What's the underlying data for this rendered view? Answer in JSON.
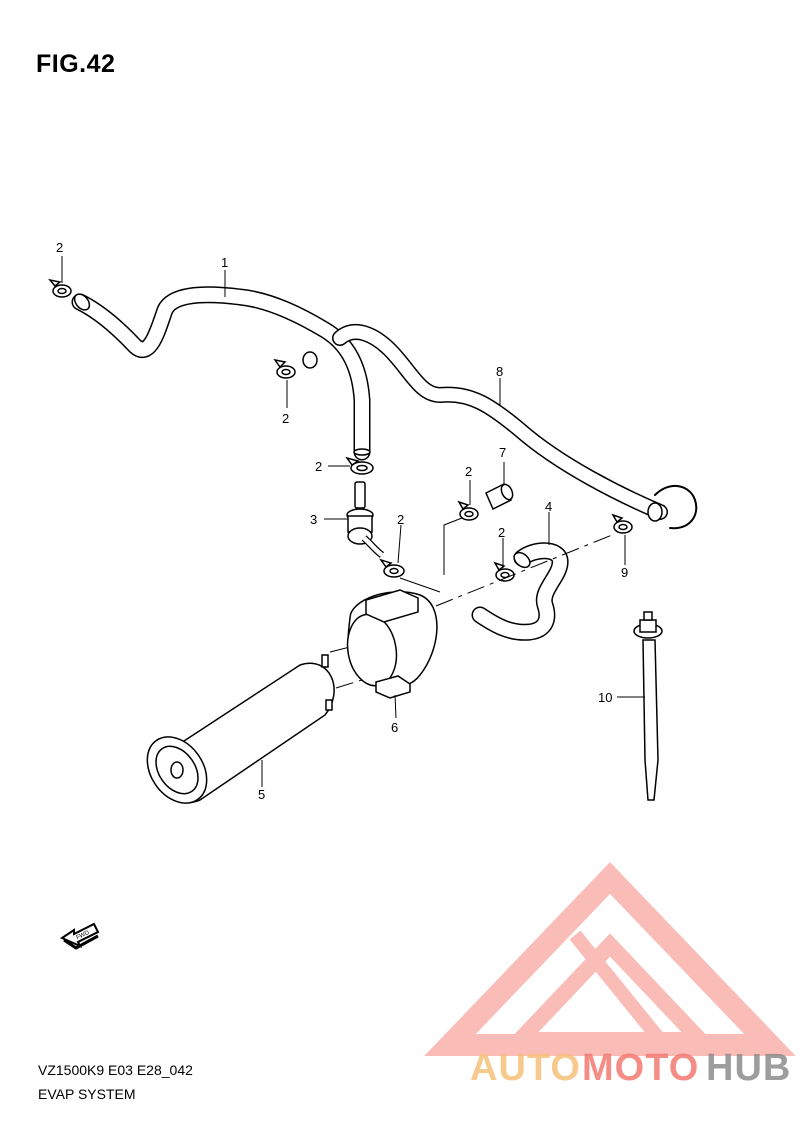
{
  "figure": {
    "title": "FIG.42"
  },
  "callouts": [
    {
      "id": "c-2a",
      "label": "2"
    },
    {
      "id": "c-1",
      "label": "1"
    },
    {
      "id": "c-2b",
      "label": "2"
    },
    {
      "id": "c-8",
      "label": "8"
    },
    {
      "id": "c-2c",
      "label": "2"
    },
    {
      "id": "c-3",
      "label": "3"
    },
    {
      "id": "c-2d",
      "label": "2"
    },
    {
      "id": "c-2e",
      "label": "2"
    },
    {
      "id": "c-7",
      "label": "7"
    },
    {
      "id": "c-4",
      "label": "4"
    },
    {
      "id": "c-2f",
      "label": "2"
    },
    {
      "id": "c-9",
      "label": "9"
    },
    {
      "id": "c-6",
      "label": "6"
    },
    {
      "id": "c-5",
      "label": "5"
    },
    {
      "id": "c-10",
      "label": "10"
    }
  ],
  "fwd_label": "FWD",
  "footer": {
    "model_code": "VZ1500K9 E03 E28_042",
    "system_name": "EVAP SYSTEM"
  },
  "watermark": {
    "part1": "AUTO",
    "part2": "MOTO",
    "part3": "HUB",
    "colors": {
      "red": "#f47a73",
      "orange": "#f7c07a",
      "gray": "#8c8c8c"
    }
  }
}
